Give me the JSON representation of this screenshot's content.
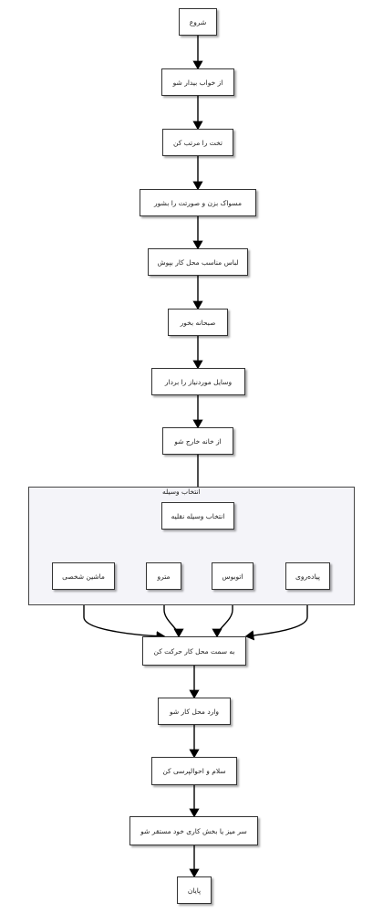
{
  "flowchart": {
    "nodes": {
      "start": "شروع",
      "wake": "از خواب بیدار شو",
      "bed": "تخت را مرتب کن",
      "brush": "مسواک بزن و صورتت را بشور",
      "dress": "لباس مناسب محل کار بپوش",
      "breakfast": "صبحانه بخور",
      "items": "وسایل موردنیاز را بردار",
      "leave": "از خانه خارج شو",
      "choose": "انتخاب وسیله نقلیه",
      "car": "ماشین شخصی",
      "metro": "مترو",
      "bus": "اتوبوس",
      "walk": "پیاده‌روی",
      "go": "به سمت محل کار حرکت کن",
      "arrive": "وارد محل کار شو",
      "greet": "سلام و احوالپرسی کن",
      "desk": "سر میز یا بخش کاری خود مستقر شو",
      "end": "پایان"
    },
    "group_label": "انتخاب وسیله"
  },
  "colors": {
    "node_fill": "#ffffff",
    "border": "#333333",
    "group_fill": "#f4f4f9",
    "edge": "#000000"
  }
}
